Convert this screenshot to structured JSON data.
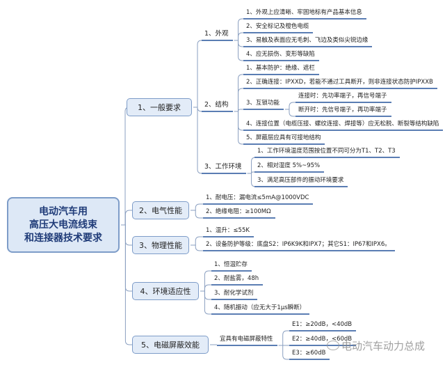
{
  "root": {
    "lines": [
      "电动汽车用",
      "高压大电流线束",
      "和连接器技术要求"
    ]
  },
  "branches": [
    {
      "label": "1、一般要求",
      "children": [
        {
          "label": "1、外观",
          "items": [
            "1、外观上应清晰、牢固地标有产品基本信息",
            "2、安全标记及橙色电缆",
            "3、易触及表面应无毛刺、飞边及类似尖锐边缘",
            "4、应无损伤、变形等缺陷"
          ]
        },
        {
          "label": "2、结构",
          "items": [
            "1、基本防护：绝缘、遮栏",
            "2、正确连接：IPXXD，若能不通过工具断开，则非连接状态防护IPXXB",
            "3、互锁功能",
            "4、连接位置（电缆压接、螺纹连接、焊接等）应无松脱、断裂等结构缺陷",
            "5、屏蔽层应具有可接地结构"
          ],
          "interlock": [
            "连接时：先功率端子，再信号端子",
            "断开时：先信号端子，再功率端子"
          ]
        },
        {
          "label": "3、工作环境",
          "items": [
            "1、工作环境温度范围按位置不同可分为T1、T2、T3",
            "2、相对湿度 5%~95%",
            "3、满足高压部件的振动环境要求"
          ]
        }
      ]
    },
    {
      "label": "2、电气性能",
      "items": [
        "1、耐电压：漏电流≤5mA@1000VDC",
        "2、绝缘电阻：≥100MΩ"
      ]
    },
    {
      "label": "3、物理性能",
      "items": [
        "1、温升：≤55K",
        "2、设备防护等级：底盘S2：IP6K9K和IPX7；其它S1：IP67和IPX6。"
      ]
    },
    {
      "label": "4、环境适应性",
      "items": [
        "1、恒温贮存",
        "2、耐盐雾，48h",
        "3、耐化学试剂",
        "4、随机振动（应无大于1μs瞬断）"
      ]
    },
    {
      "label": "5、电磁屏蔽效能",
      "sub": "宜具有电磁屏蔽特性",
      "items": [
        "E1：≥20dB，<40dB",
        "E2：≥40dB，<60dB",
        "E3：≥60dB"
      ]
    }
  ],
  "watermark": "电动汽车动力总成"
}
